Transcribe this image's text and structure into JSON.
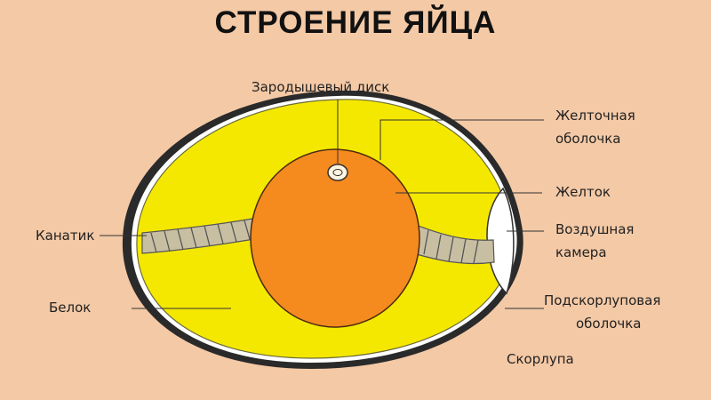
{
  "title": "СТРОЕНИЕ ЯЙЦА",
  "labels": {
    "germinal_disc": "Зародышевый диск",
    "yolk_membrane_1": "Желточная",
    "yolk_membrane_2": "оболочка",
    "yolk": "Желток",
    "air_chamber_1": "Воздушная",
    "air_chamber_2": "камера",
    "chalaza": "Канатик",
    "albumen": "Белок",
    "shell_membrane_1": "Подскорлуповая",
    "shell_membrane_2": "оболочка",
    "shell": "Скорлупа"
  },
  "colors": {
    "background": "#f4c9a6",
    "albumen": "#f5e800",
    "yolk": "#f58a1e",
    "shell_outline": "#2a2a2a",
    "shell_inner": "#ffffff",
    "chalaza": "#c8bfa3"
  }
}
